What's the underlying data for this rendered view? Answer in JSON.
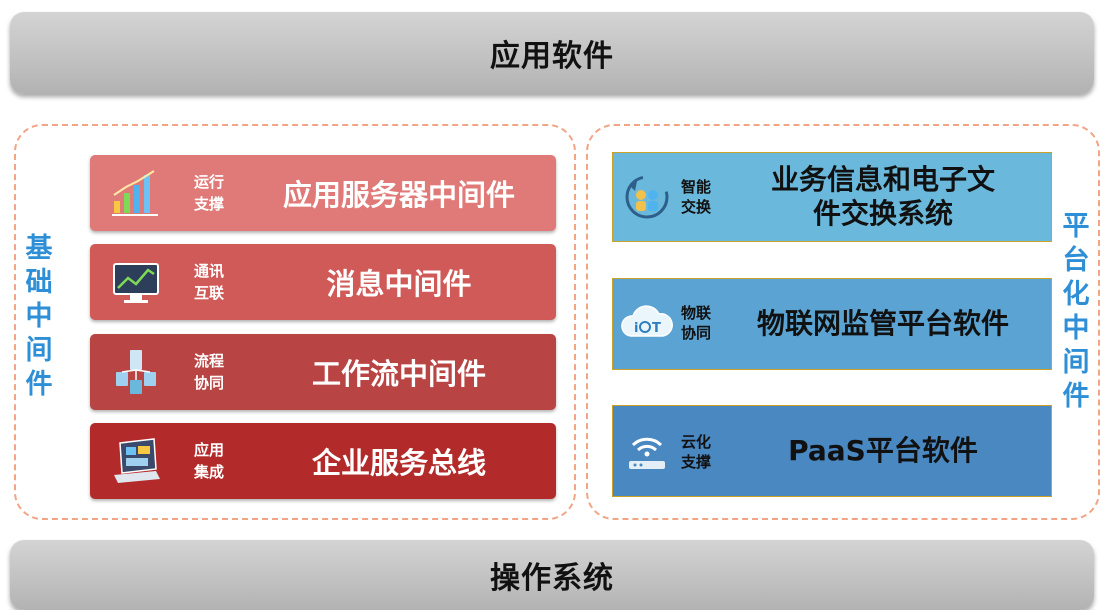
{
  "top_bar": {
    "label": "应用软件"
  },
  "bottom_bar": {
    "label": "操作系统"
  },
  "left_group": {
    "vertical_label": [
      "基",
      "础",
      "中",
      "间",
      "件"
    ],
    "items": [
      {
        "small": [
          "运行",
          "支撑"
        ],
        "title": "应用服务器中间件",
        "color": "#e07a78",
        "icon": "bar-chart-icon"
      },
      {
        "small": [
          "通讯",
          "互联"
        ],
        "title": "消息中间件",
        "color": "#cf5a58",
        "icon": "monitor-chart-icon"
      },
      {
        "small": [
          "流程",
          "协同"
        ],
        "title": "工作流中间件",
        "color": "#b84443",
        "icon": "network-devices-icon"
      },
      {
        "small": [
          "应用",
          "集成"
        ],
        "title": "企业服务总线",
        "color": "#b32a2a",
        "icon": "laptop-icon"
      }
    ]
  },
  "right_group": {
    "vertical_label": [
      "平",
      "台",
      "化",
      "中",
      "间",
      "件"
    ],
    "items": [
      {
        "small": [
          "智能",
          "交换"
        ],
        "title_lines": [
          "业务信息和电子文",
          "件交换系统"
        ],
        "color": "#6ab9dc",
        "icon": "exchange-icon"
      },
      {
        "small": [
          "物联",
          "协同"
        ],
        "title_lines": [
          "物联网监管平台软件"
        ],
        "color": "#5aa3d2",
        "icon": "iot-cloud-icon"
      },
      {
        "small": [
          "云化",
          "支撑"
        ],
        "title_lines": [
          "PaaS平台软件"
        ],
        "color": "#4a88c2",
        "icon": "wifi-router-icon"
      }
    ]
  },
  "colors": {
    "accent_blue": "#2f8fd6",
    "dashed_border": "#f2a585",
    "gray_bar": "#c4c4c4"
  }
}
